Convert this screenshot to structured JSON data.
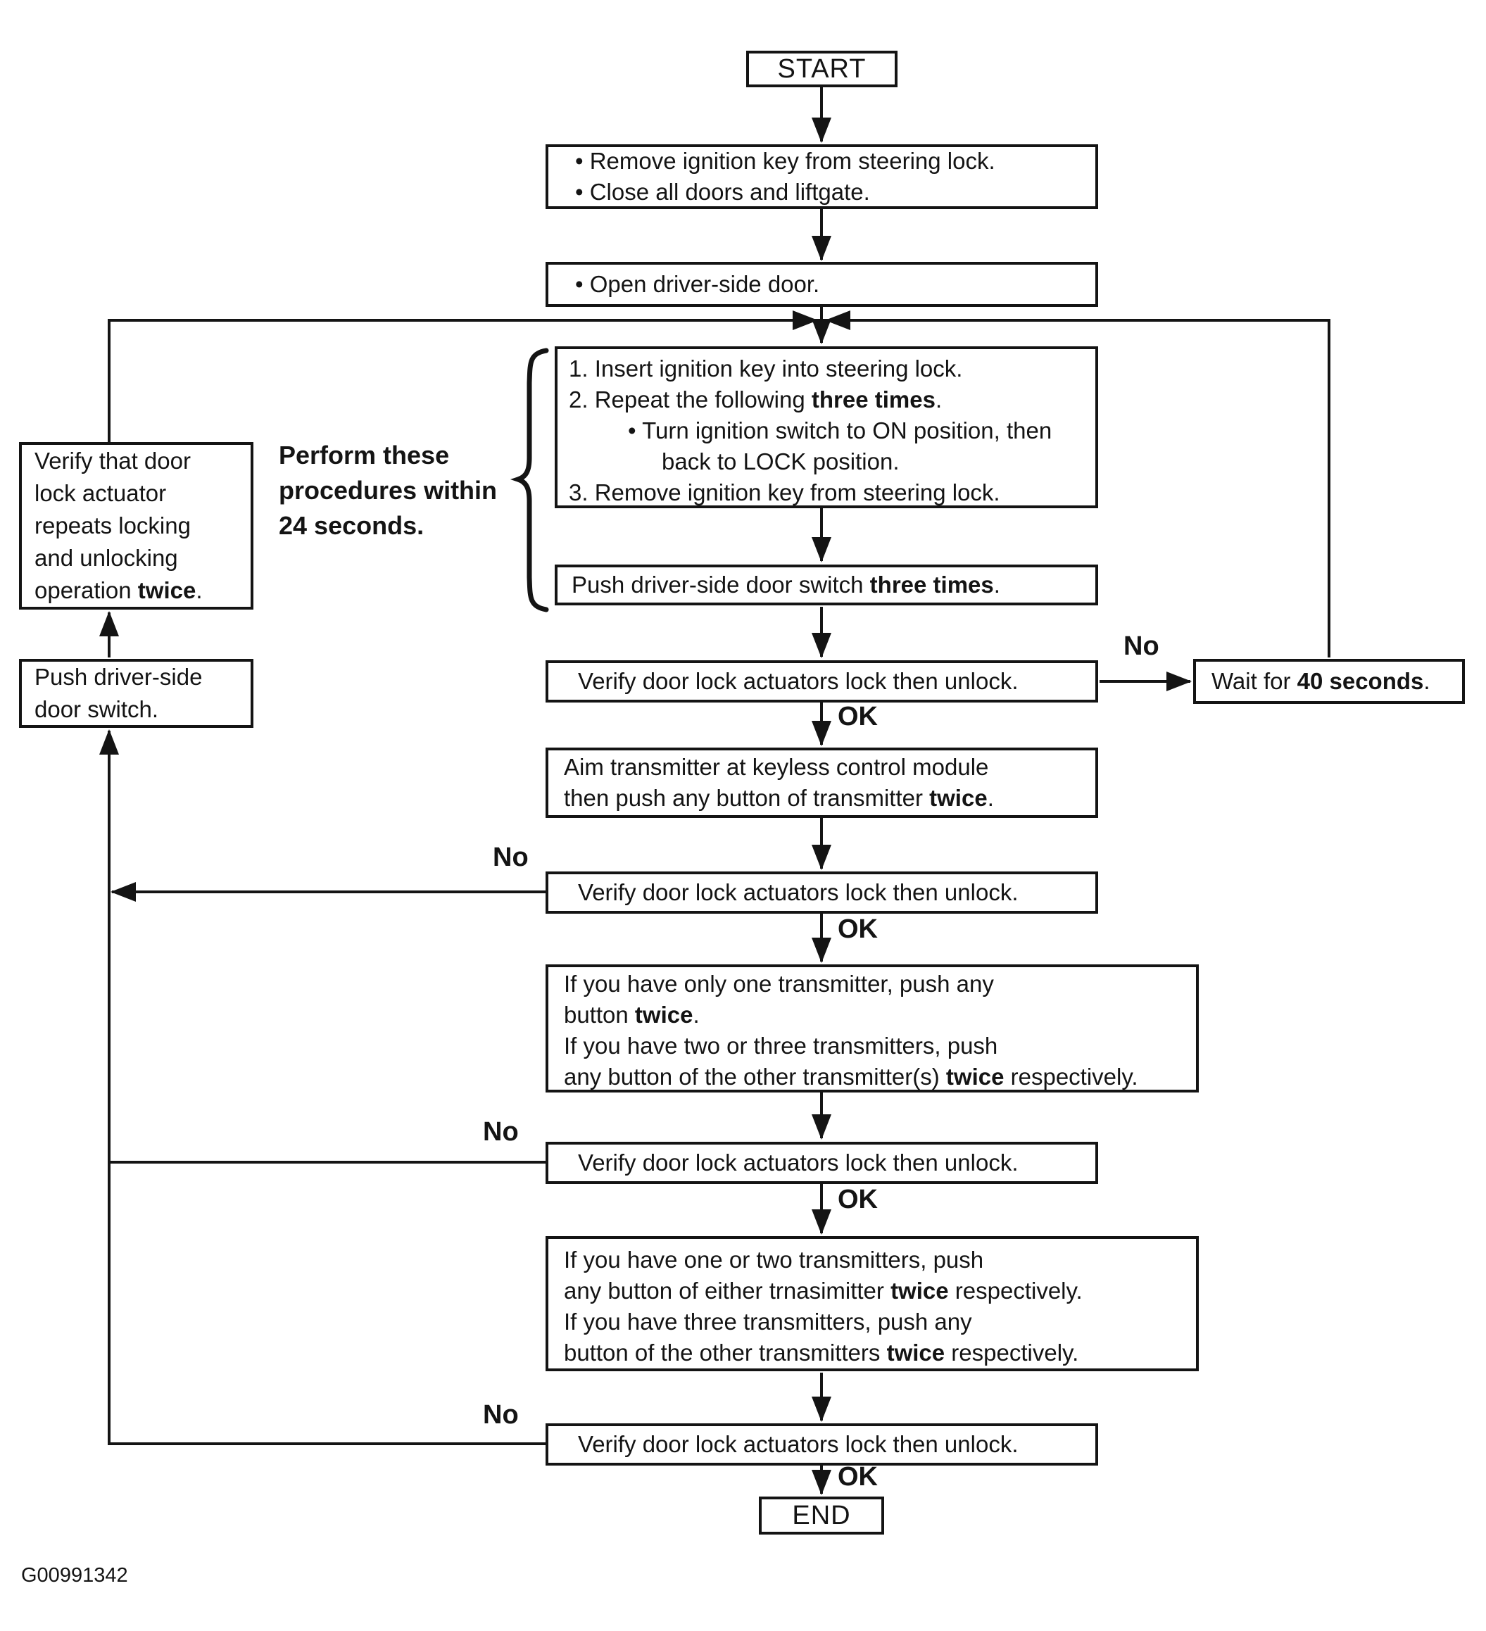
{
  "figure_id": "G00991342",
  "edge_labels": {
    "no": "No",
    "ok": "OK"
  },
  "timing_note": {
    "lines": [
      {
        "bold": "Perform these"
      },
      {
        "bold": "procedures within"
      },
      {
        "bold": "24 seconds."
      }
    ]
  },
  "nodes": {
    "start": {
      "label": "START"
    },
    "prepare": {
      "lines": [
        {
          "pre": "• Remove ignition key from steering lock."
        },
        {
          "pre": "• Close all doors and liftgate."
        }
      ]
    },
    "open_door": {
      "lines": [
        {
          "pre": "• Open driver-side door."
        }
      ]
    },
    "key_cycle": {
      "lines": [
        {
          "pre": "1. Insert ignition key into steering lock."
        },
        {
          "pre": "2. Repeat the following ",
          "bold": "three times",
          "post": "."
        },
        {
          "pre": "• Turn ignition switch to ON position, then"
        },
        {
          "pre": "back to LOCK position."
        },
        {
          "pre": "3. Remove ignition key from steering lock."
        }
      ]
    },
    "push_switch_three_times": {
      "lines": [
        {
          "pre": "Push driver-side door switch ",
          "bold": "three times",
          "post": "."
        }
      ]
    },
    "verify_1": {
      "lines": [
        {
          "pre": "Verify door lock actuators lock then unlock."
        }
      ]
    },
    "wait_40_seconds": {
      "lines": [
        {
          "pre": "Wait for ",
          "bold": "40 seconds",
          "post": "."
        }
      ]
    },
    "aim_transmitter": {
      "lines": [
        {
          "pre": "Aim transmitter at keyless control module"
        },
        {
          "pre": "then push any button of transmitter ",
          "bold": "twice",
          "post": "."
        }
      ]
    },
    "verify_2": {
      "lines": [
        {
          "pre": "Verify door lock actuators lock then unlock."
        }
      ]
    },
    "one_transmitter": {
      "lines": [
        {
          "pre": "If you have only one transmitter, push any"
        },
        {
          "pre": "button ",
          "bold": "twice",
          "post": "."
        },
        {
          "pre": "If you have two or three transmitters, push"
        },
        {
          "pre": "any button of the other transmitter(s) ",
          "bold": "twice",
          "post": " respectively."
        }
      ]
    },
    "verify_3": {
      "lines": [
        {
          "pre": "Verify door lock actuators lock then unlock."
        }
      ]
    },
    "two_three_transmitters": {
      "lines": [
        {
          "pre": "If you have one or two transmitters, push"
        },
        {
          "pre": "any button of either trnasimitter ",
          "bold": "twice",
          "post": " respectively."
        },
        {
          "pre": "If you have three transmitters, push any"
        },
        {
          "pre": "button of the other transmitters ",
          "bold": "twice",
          "post": " respectively."
        }
      ]
    },
    "verify_4": {
      "lines": [
        {
          "pre": "Verify door lock actuators lock then unlock."
        }
      ]
    },
    "verify_actuator_repeats": {
      "lines": [
        {
          "pre": "Verify that door"
        },
        {
          "pre": "lock actuator"
        },
        {
          "pre": "repeats locking"
        },
        {
          "pre": "and unlocking"
        },
        {
          "pre": "operation ",
          "bold": "twice",
          "post": "."
        }
      ]
    },
    "push_driver_side_switch": {
      "lines": [
        {
          "pre": "Push driver-side"
        },
        {
          "pre": "door switch."
        }
      ]
    },
    "end": {
      "label": "END"
    }
  }
}
